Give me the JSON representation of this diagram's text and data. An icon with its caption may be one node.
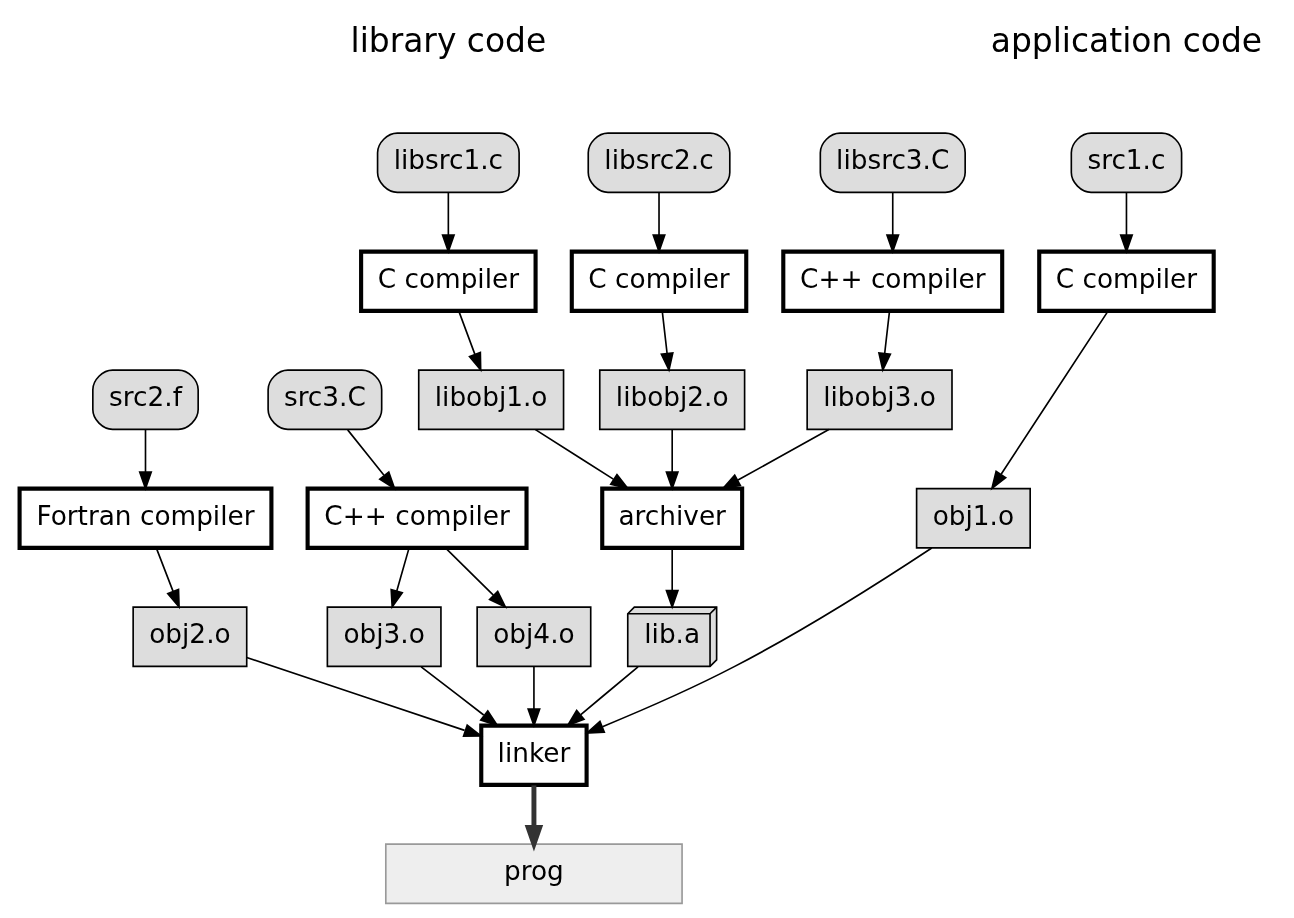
{
  "diagram": {
    "nodes": [
      {
        "text": [
          "src1.c"
        ]
      },
      {
        "text": [
          "src2.f"
        ]
      },
      {
        "text": [
          "src3.C"
        ]
      },
      {
        "text": [
          "libsrc1.c"
        ]
      },
      {
        "text": [
          "libsrc2.c"
        ]
      },
      {
        "text": [
          "libsrc3.C"
        ]
      },
      {
        "text": [
          "C compiler"
        ]
      },
      {
        "text": [
          "Fortran compiler"
        ]
      },
      {
        "text": [
          "C++ compiler"
        ]
      },
      {
        "text": [
          "C compiler"
        ]
      },
      {
        "text": [
          "C compiler"
        ]
      },
      {
        "text": [
          "C++ compiler"
        ]
      },
      {
        "text": [
          "obj1.o"
        ]
      },
      {
        "text": [
          "obj2.o"
        ]
      },
      {
        "text": [
          "obj3.o"
        ]
      },
      {
        "text": [
          "obj4.o"
        ]
      },
      {
        "text": [
          "libobj1.o"
        ]
      },
      {
        "text": [
          "libobj2.o"
        ]
      },
      {
        "text": [
          "libobj3.o"
        ]
      },
      {
        "text": [
          "archiver"
        ]
      },
      {
        "text": [
          "lib.a"
        ]
      },
      {
        "text": [
          "linker"
        ]
      },
      {
        "text": [
          "prog"
        ]
      }
    ],
    "edges": [
      {
        "from": 0,
        "to": 6,
        "arrow": "to"
      },
      {
        "from": 1,
        "to": 7,
        "arrow": "to"
      },
      {
        "from": 2,
        "to": 8,
        "arrow": "to"
      },
      {
        "from": 3,
        "to": 9,
        "arrow": "to"
      },
      {
        "from": 4,
        "to": 10,
        "arrow": "to"
      },
      {
        "from": 5,
        "to": 11,
        "arrow": "to"
      },
      {
        "from": 6,
        "to": 12,
        "arrow": "to"
      },
      {
        "from": 7,
        "to": 13,
        "arrow": "to"
      },
      {
        "from": 8,
        "to": 14,
        "arrow": "to"
      },
      {
        "from": 8,
        "to": 15,
        "arrow": "to"
      },
      {
        "from": 9,
        "to": 16,
        "arrow": "to"
      },
      {
        "from": 10,
        "to": 17,
        "arrow": "to"
      },
      {
        "from": 11,
        "to": 18,
        "arrow": "to"
      },
      {
        "from": 12,
        "to": 21,
        "arrow": "to"
      },
      {
        "from": 13,
        "to": 21,
        "arrow": "to"
      },
      {
        "from": 14,
        "to": 21,
        "arrow": "to"
      },
      {
        "from": 15,
        "to": 21,
        "arrow": "to"
      },
      {
        "from": 16,
        "to": 19,
        "arrow": "to"
      },
      {
        "from": 17,
        "to": 19,
        "arrow": "to"
      },
      {
        "from": 18,
        "to": 19,
        "arrow": "to"
      },
      {
        "from": 19,
        "to": 20,
        "arrow": "to"
      },
      {
        "from": 20,
        "to": 21,
        "arrow": "to"
      },
      {
        "from": 21,
        "to": 22,
        "arrow": "to",
        "style": "thick",
        "color": "#333333"
      }
    ],
    "labels": [
      "application code",
      "library code"
    ]
  }
}
